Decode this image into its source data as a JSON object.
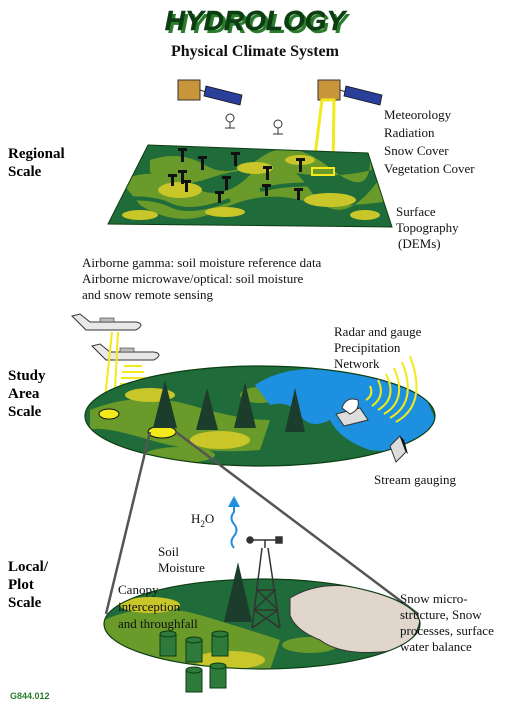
{
  "title": "HYDROLOGY",
  "subtitle": "Physical Climate System",
  "scales": {
    "regional": [
      "Regional",
      "Scale"
    ],
    "study": [
      "Study",
      "Area",
      "Scale"
    ],
    "local": [
      "Local/",
      "Plot",
      "Scale"
    ]
  },
  "labels": {
    "met": [
      "Meteorology",
      "Radiation",
      "Snow Cover",
      "Vegetation Cover"
    ],
    "topo": [
      "Surface",
      "Topography",
      "(DEMs)"
    ],
    "airborne": [
      "Airborne gamma:  soil moisture reference data",
      "Airborne microwave/optical:  soil moisture",
      "and snow remote sensing"
    ],
    "radar": [
      "Radar and gauge",
      "Precipitation",
      "Network"
    ],
    "stream": "Stream gauging",
    "h2o": "H",
    "h2o_sub": "2",
    "h2o_end": "O",
    "soil": [
      "Soil",
      "Moisture"
    ],
    "canopy": [
      "Canopy",
      "interception",
      "and throughfall"
    ],
    "snow": [
      "Snow micro-",
      "structure, Snow",
      "processes, surface",
      "water balance"
    ]
  },
  "figure_code": "G844.012",
  "colors": {
    "land_dark": "#1f6b3a",
    "land_mid": "#6a9a2a",
    "land_yellow": "#c9c62a",
    "water": "#1e90e0",
    "beam": "#f2ea1a",
    "satellite_body": "#c8953a",
    "solar_panel": "#2a3f9a",
    "tree": "#1c3d2b",
    "snow_patch": "#e0d6cc"
  }
}
